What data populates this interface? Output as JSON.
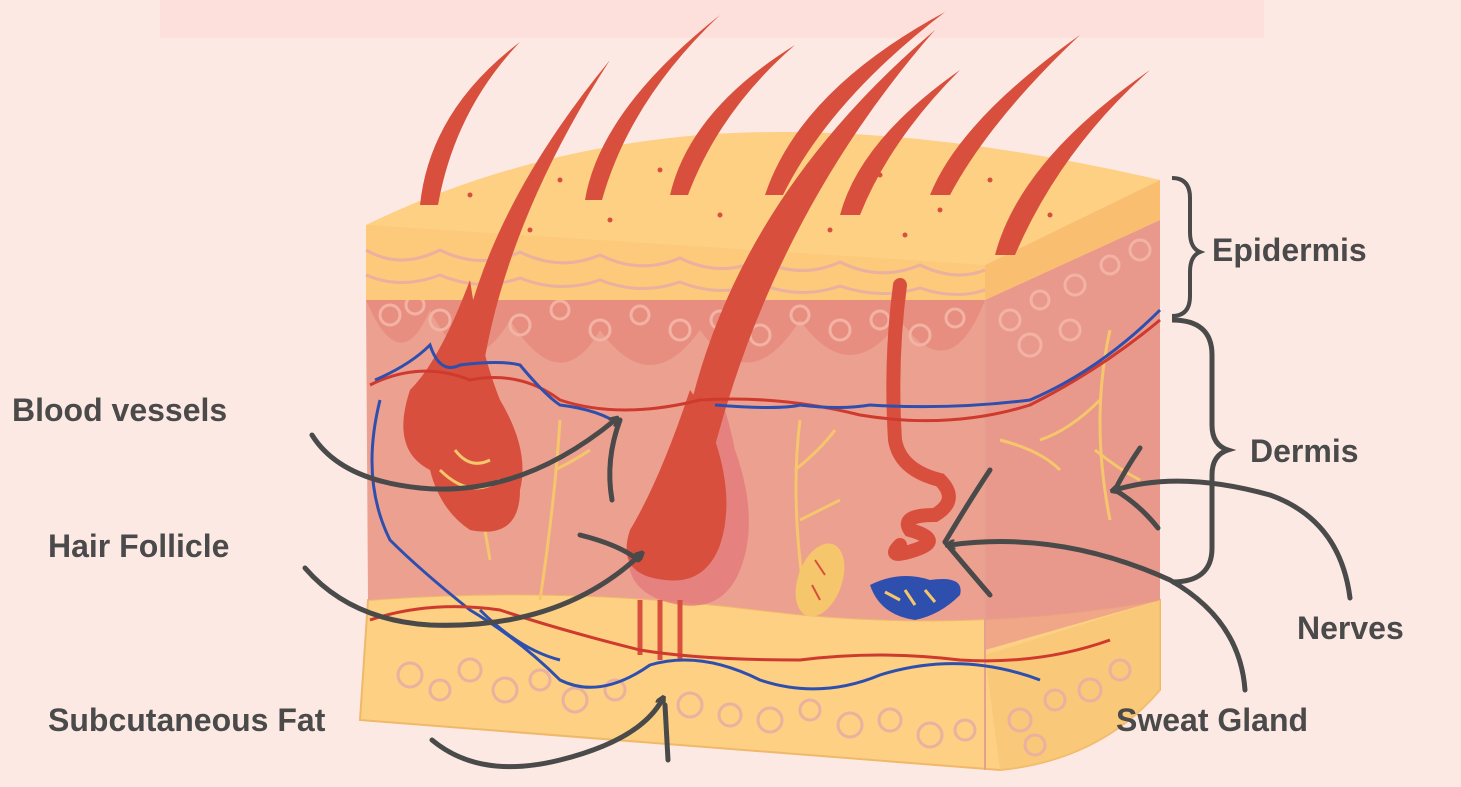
{
  "labels": {
    "epidermis": "Epidermis",
    "dermis": "Dermis",
    "blood_vessels": "Blood vessels",
    "hair_follicle": "Hair Follicle",
    "nerves": "Nerves",
    "subcutaneous_fat": "Subcutaneous Fat",
    "sweat_gland": "Sweat Gland"
  },
  "colors": {
    "background": "#fde9e4",
    "epidermis": "#fdd083",
    "dermis": "#eca090",
    "dermis_cells": "#e3847a",
    "hair": "#d94f3d",
    "blood_vessel_blue": "#2f4fae",
    "blood_vessel_red": "#cf3a2e",
    "nerves": "#f5c66c",
    "fat": "#fdd083",
    "arrows": "#4a4a4a"
  }
}
